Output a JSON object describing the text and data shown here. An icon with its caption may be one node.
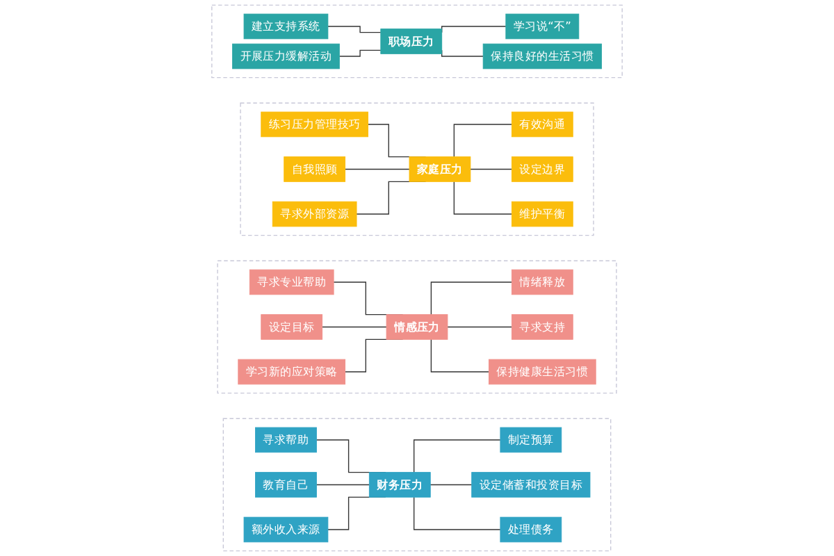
{
  "diagram": {
    "nodes": [
      {
        "text": [],
        "shape": "box"
      },
      {
        "text": [
          "建立支持系统"
        ],
        "in": 0
      },
      {
        "text": [
          "开展压力缓解活动"
        ],
        "in": 0
      },
      {
        "text": [
          "职场压力"
        ],
        "in": 0
      },
      {
        "text": [
          "学习说“不”"
        ],
        "in": 0
      },
      {
        "text": [
          "保持良好的生活习惯"
        ],
        "in": 0
      },
      {
        "text": [],
        "shape": "box"
      },
      {
        "text": [
          "练习压力管理技巧"
        ],
        "in": 6
      },
      {
        "text": [
          "自我照顾"
        ],
        "in": 6
      },
      {
        "text": [
          "寻求外部资源"
        ],
        "in": 6
      },
      {
        "text": [
          "家庭压力"
        ],
        "in": 6
      },
      {
        "text": [
          "有效沟通"
        ],
        "in": 6
      },
      {
        "text": [
          "设定边界"
        ],
        "in": 6
      },
      {
        "text": [
          "维护平衡"
        ],
        "in": 6
      },
      {
        "text": [],
        "shape": "box"
      },
      {
        "text": [
          "寻求专业帮助"
        ],
        "in": 14
      },
      {
        "text": [
          "设定目标"
        ],
        "in": 14
      },
      {
        "text": [
          "学习新的应对策略"
        ],
        "in": 14
      },
      {
        "text": [
          "情感压力"
        ],
        "in": 14
      },
      {
        "text": [
          "情绪释放"
        ],
        "in": 14
      },
      {
        "text": [
          "寻求支持"
        ],
        "in": 14
      },
      {
        "text": [
          "保持健康生活习惯"
        ],
        "in": 14
      },
      {
        "text": [],
        "shape": "box"
      },
      {
        "text": [
          "寻求帮助"
        ],
        "in": 22
      },
      {
        "text": [
          "教育自己"
        ],
        "in": 22
      },
      {
        "text": [
          "额外收入来源"
        ],
        "in": 22
      },
      {
        "text": [
          "财务压力"
        ],
        "in": 22
      },
      {
        "text": [
          "制定预算"
        ],
        "in": 22
      },
      {
        "text": [
          "设定储蓄和投资目标"
        ],
        "in": 22
      },
      {
        "text": [
          "处理债务"
        ],
        "in": 22
      }
    ],
    "edges": [
      {
        "from": 1,
        "to": 3,
        "arrow": "none"
      },
      {
        "from": 2,
        "to": 3,
        "arrow": "none"
      },
      {
        "from": 3,
        "to": 4,
        "arrow": "none"
      },
      {
        "from": 3,
        "to": 5,
        "arrow": "none"
      },
      {
        "from": 7,
        "to": 10,
        "arrow": "none"
      },
      {
        "from": 8,
        "to": 10,
        "arrow": "none"
      },
      {
        "from": 9,
        "to": 10,
        "arrow": "none"
      },
      {
        "from": 10,
        "to": 11,
        "arrow": "none"
      },
      {
        "from": 10,
        "to": 12,
        "arrow": "none"
      },
      {
        "from": 10,
        "to": 13,
        "arrow": "none"
      },
      {
        "from": 15,
        "to": 18,
        "arrow": "none"
      },
      {
        "from": 16,
        "to": 18,
        "arrow": "none"
      },
      {
        "from": 17,
        "to": 18,
        "arrow": "none"
      },
      {
        "from": 18,
        "to": 19,
        "arrow": "none"
      },
      {
        "from": 18,
        "to": 20,
        "arrow": "none"
      },
      {
        "from": 18,
        "to": 21,
        "arrow": "none"
      },
      {
        "from": 23,
        "to": 26,
        "arrow": "none"
      },
      {
        "from": 24,
        "to": 26,
        "arrow": "none"
      },
      {
        "from": 25,
        "to": 26,
        "arrow": "none"
      },
      {
        "from": 26,
        "to": 27,
        "arrow": "none"
      },
      {
        "from": 26,
        "to": 28,
        "arrow": "none"
      },
      {
        "from": 26,
        "to": 29,
        "arrow": "none"
      }
    ]
  }
}
